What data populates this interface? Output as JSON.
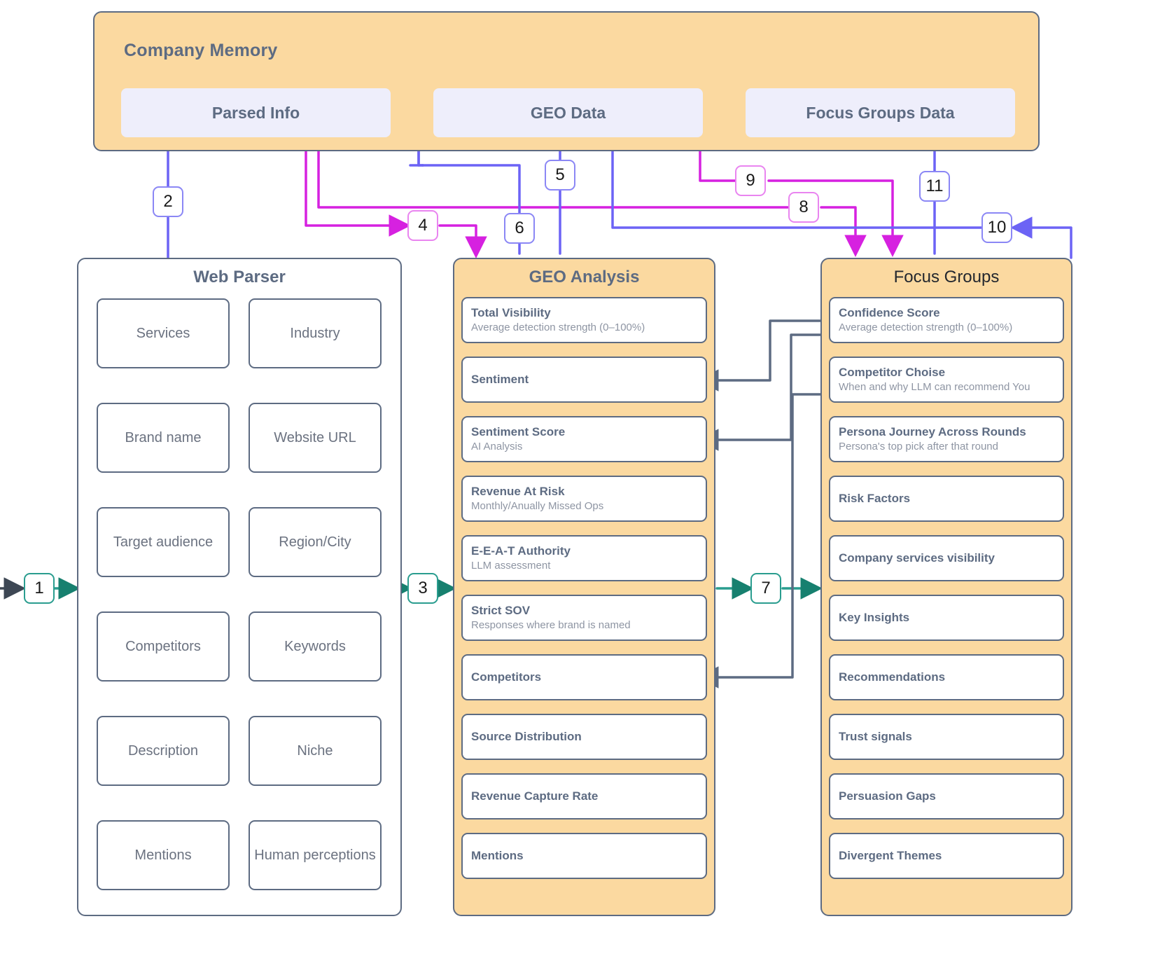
{
  "memory": {
    "title": "Company Memory",
    "boxes": [
      {
        "label": "Parsed Info"
      },
      {
        "label": "GEO Data"
      },
      {
        "label": "Focus Groups Data"
      }
    ]
  },
  "web_parser": {
    "title": "Web Parser",
    "cells": [
      {
        "label": "Services"
      },
      {
        "label": "Industry"
      },
      {
        "label": "Brand name"
      },
      {
        "label": "Website URL"
      },
      {
        "label": "Target audience"
      },
      {
        "label": "Region/City"
      },
      {
        "label": "Competitors"
      },
      {
        "label": "Keywords"
      },
      {
        "label": "Description"
      },
      {
        "label": "Niche"
      },
      {
        "label": "Mentions"
      },
      {
        "label": "Human perceptions"
      }
    ]
  },
  "geo_analysis": {
    "title": "GEO Analysis",
    "rows": [
      {
        "title": "Total Visibility",
        "sub": "Average detection strength (0–100%)"
      },
      {
        "title": "Sentiment",
        "sub": ""
      },
      {
        "title": "Sentiment Score",
        "sub": "AI Analysis"
      },
      {
        "title": "Revenue At Risk",
        "sub": "Monthly/Anually Missed Ops"
      },
      {
        "title": "E-E-A-T Authority",
        "sub": "LLM assessment"
      },
      {
        "title": "Strict SOV",
        "sub": "Responses where brand is named"
      },
      {
        "title": "Competitors",
        "sub": ""
      },
      {
        "title": "Source Distribution",
        "sub": ""
      },
      {
        "title": "Revenue Capture Rate",
        "sub": ""
      },
      {
        "title": "Mentions",
        "sub": ""
      }
    ]
  },
  "focus_groups": {
    "title": "Focus Groups",
    "rows": [
      {
        "title": "Confidence Score",
        "sub": "Average detection strength (0–100%)"
      },
      {
        "title": "Competitor Choise",
        "sub": "When and why LLM can recommend You"
      },
      {
        "title": "Persona Journey Across Rounds",
        "sub": "Persona's top pick after that round"
      },
      {
        "title": "Risk Factors",
        "sub": ""
      },
      {
        "title": "Company services visibility",
        "sub": ""
      },
      {
        "title": "Key Insights",
        "sub": ""
      },
      {
        "title": "Recommendations",
        "sub": ""
      },
      {
        "title": "Trust signals",
        "sub": ""
      },
      {
        "title": "Persuasion Gaps",
        "sub": ""
      },
      {
        "title": "Divergent Themes",
        "sub": ""
      }
    ]
  },
  "connectors": [
    {
      "id": "1",
      "label": "1",
      "color": "teal"
    },
    {
      "id": "2",
      "label": "2",
      "color": "indigo"
    },
    {
      "id": "3",
      "label": "3",
      "color": "teal"
    },
    {
      "id": "4",
      "label": "4",
      "color": "magenta"
    },
    {
      "id": "5",
      "label": "5",
      "color": "indigo"
    },
    {
      "id": "6",
      "label": "6",
      "color": "indigo"
    },
    {
      "id": "7",
      "label": "7",
      "color": "teal"
    },
    {
      "id": "8",
      "label": "8",
      "color": "magenta"
    },
    {
      "id": "9",
      "label": "9",
      "color": "magenta"
    },
    {
      "id": "10",
      "label": "10",
      "color": "indigo"
    },
    {
      "id": "11",
      "label": "11",
      "color": "indigo"
    }
  ],
  "colors": {
    "panel_orange": "#fbd9a0",
    "panel_border": "#5d6b82",
    "memory_box": "#eeeefb",
    "indigo": "#6c63f5",
    "magenta": "#d621e0",
    "teal": "#2a9d8f",
    "gray_wire": "#5d6b82",
    "text_muted": "#8e95a3"
  }
}
